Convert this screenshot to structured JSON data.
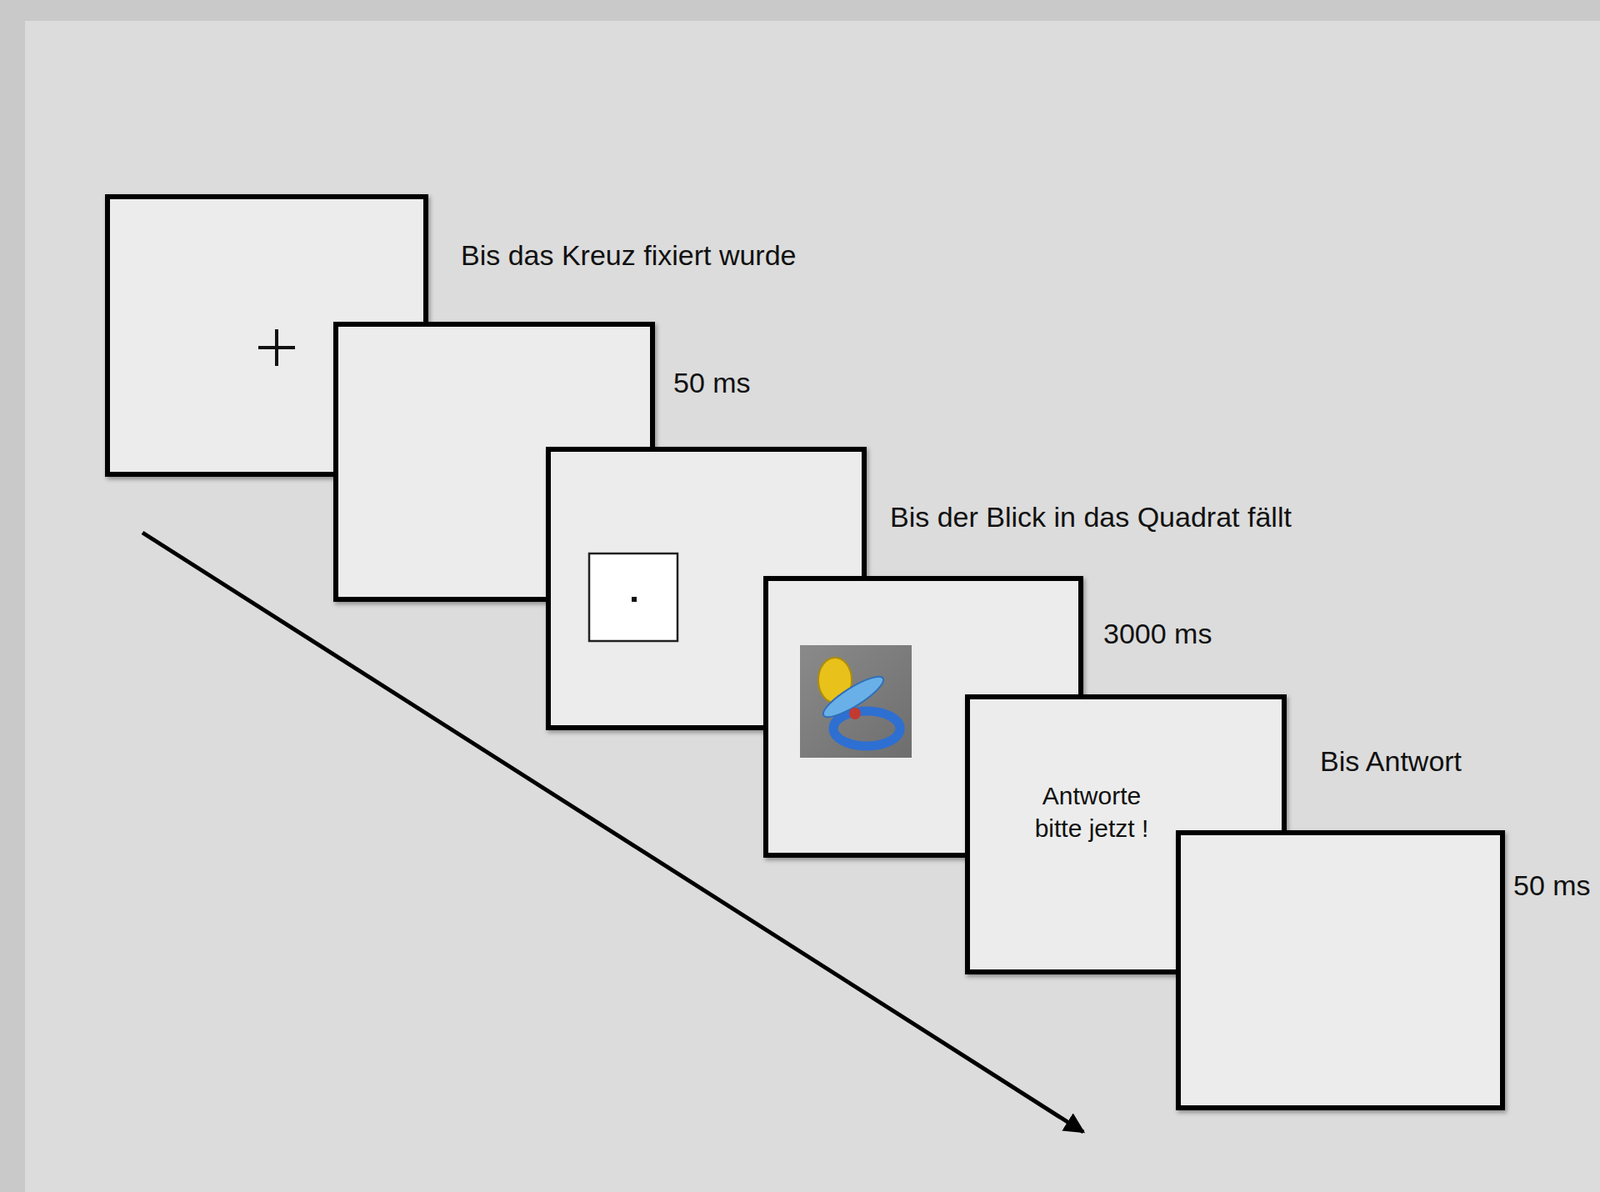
{
  "diagram": {
    "nodes": [
      {
        "text": [
          "Bis das Kreuz fixiert wurde"
        ]
      },
      {
        "text": [
          "50 ms"
        ]
      },
      {
        "text": [
          "Bis der Blick in das Quadrat fällt"
        ]
      },
      {
        "text": [
          "3000 ms"
        ]
      },
      {
        "text": [
          "Antworte bitte jetzt !",
          "Bis Antwort"
        ]
      },
      {
        "text": [
          "50 ms"
        ]
      }
    ]
  }
}
